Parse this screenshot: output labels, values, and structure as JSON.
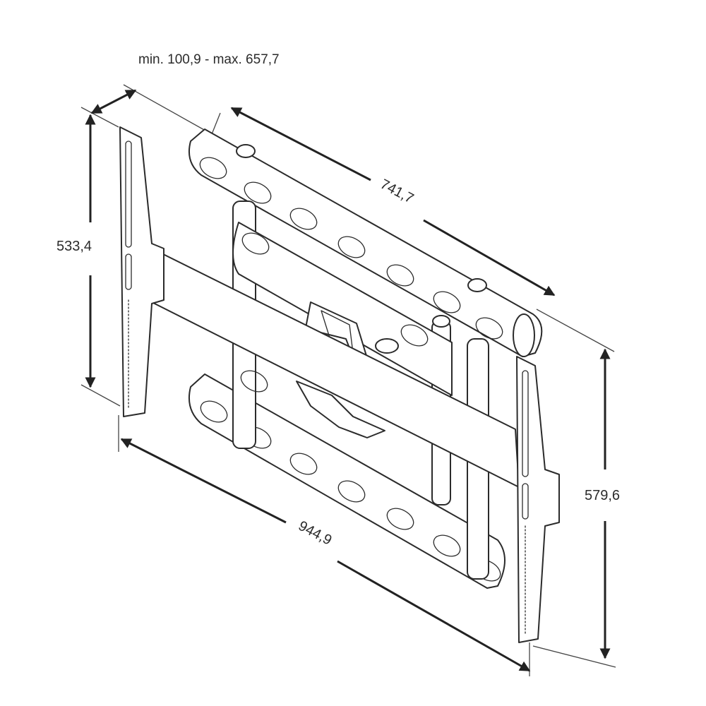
{
  "dimensions": {
    "depth_range": "min. 100,9 - max. 657,7",
    "wall_plate_height": "533,4",
    "arm_span_width": "741,7",
    "overall_width": "944,9",
    "overall_height": "579,6"
  },
  "colors": {
    "line": "#2b2b2b",
    "background": "#ffffff"
  }
}
